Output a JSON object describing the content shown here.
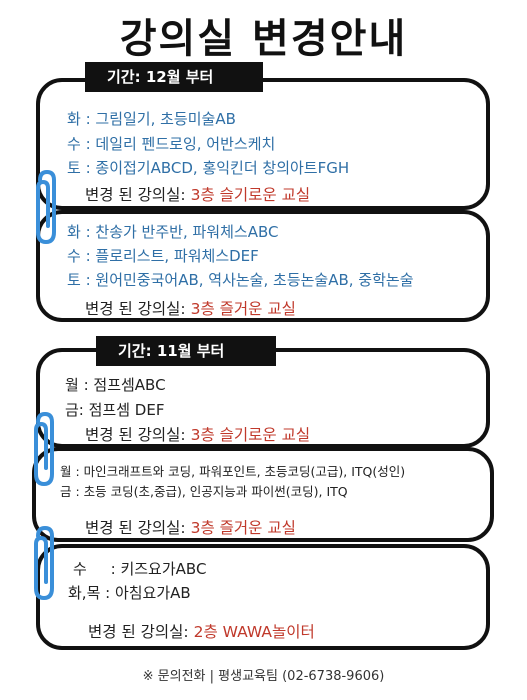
{
  "title": "강의실 변경안내",
  "section1": {
    "period": "기간: 12월 부터",
    "box1": {
      "lines": [
        "화 : 그림일기, 초등미술AB",
        "수 : 데일리 펜드로잉, 어반스케치",
        "토 : 종이접기ABCD, 홍익킨더 창의아트FGH"
      ],
      "change_label": "변경 된 강의실: ",
      "change_room": "3층 슬기로운 교실"
    },
    "box2": {
      "lines": [
        "화 : 찬송가 반주반, 파워체스ABC",
        "수 : 플로리스트, 파워체스DEF",
        "토 : 원어민중국어AB, 역사논술, 초등논술AB, 중학논술"
      ],
      "change_label": "변경 된 강의실: ",
      "change_room": "3층 즐거운 교실"
    }
  },
  "section2": {
    "period": "기간: 11월 부터",
    "box1": {
      "lines": [
        "월 : 점프셈ABC",
        "금: 점프셈 DEF"
      ],
      "change_label": "변경 된 강의실: ",
      "change_room": "3층 슬기로운 교실"
    },
    "box2": {
      "lines": [
        "월 : 마인크래프트와 코딩, 파워포인트, 초등코딩(고급), ITQ(성인)",
        "금 : 초등 코딩(초,중급), 인공지능과 파이썬(코딩),  ITQ"
      ],
      "change_label": "변경 된 강의실: ",
      "change_room": "3층 즐거운 교실"
    },
    "box3": {
      "lines": [
        "수     : 키즈요가ABC",
        "화,목 : 아침요가AB"
      ],
      "change_label": "변경 된 강의실: ",
      "change_room": "2층 WAWA놀이터"
    }
  },
  "footer": "※ 문의전화  |  평생교육팀 (02-6738-9606)",
  "colors": {
    "accent_blue": "#2f6fa6",
    "room_red": "#c0392b",
    "clip_blue": "#3a8fd9"
  }
}
